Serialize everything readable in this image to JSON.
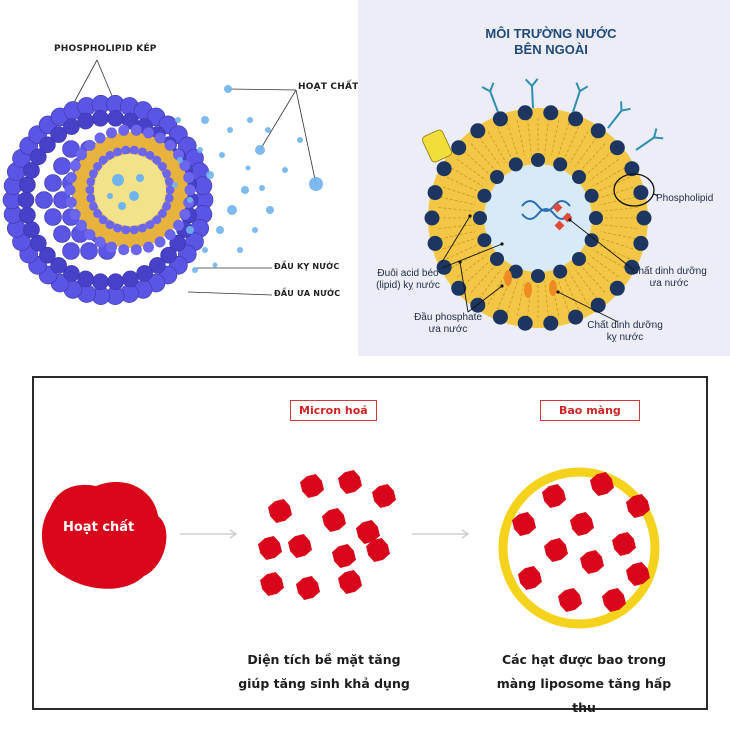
{
  "liposome_3d": {
    "label_bilayer": "PHOSPHOLIPID KÉP",
    "label_active": "HOẠT CHẤT",
    "label_hydrophobic": "ĐẦU KỴ NƯỚC",
    "label_hydrophilic": "ĐẦU ƯA NƯỚC",
    "colors": {
      "head": "#5b55e6",
      "tail": "#e8b33c",
      "core": "#f2e38a",
      "drug": "#6fb4ee"
    }
  },
  "liposome_diagram": {
    "title_line1": "MÔI TRƯỜNG NƯỚC",
    "title_line2": "BÊN NGOÀI",
    "label_phospholipid": "Phospholipid",
    "label_tail_line1": "Đuôi acid béo",
    "label_tail_line2": "(lipid) kỵ nước",
    "label_phosphate_line1": "Đầu phosphate",
    "label_phosphate_line2": "ưa nước",
    "label_hydrophilic_nutrient_line1": "Chất dinh dưỡng",
    "label_hydrophilic_nutrient_line2": "ưa nước",
    "label_hydrophobic_nutrient_line1": "Chất dinh dưỡng",
    "label_hydrophobic_nutrient_line2": "kỵ nước",
    "colors": {
      "head": "#1c3561",
      "tail": "#f3c645",
      "inner_core": "#d8eaf8",
      "antenna": "#2f8fb0"
    }
  },
  "process": {
    "label_active": "Hoạt chất",
    "tag_micron": "Micron hoá",
    "tag_coating": "Bao màng",
    "caption_micron_line1": "Diện tích bề mặt tăng",
    "caption_micron_line2": "giúp tăng sinh khả dụng",
    "caption_coating_line1": "Các hạt được bao trong",
    "caption_coating_line2": "màng liposome tăng hấp thu",
    "colors": {
      "particle": "#d9061b",
      "membrane": "#f5d31c",
      "arrow": "#c8c8c8"
    }
  }
}
